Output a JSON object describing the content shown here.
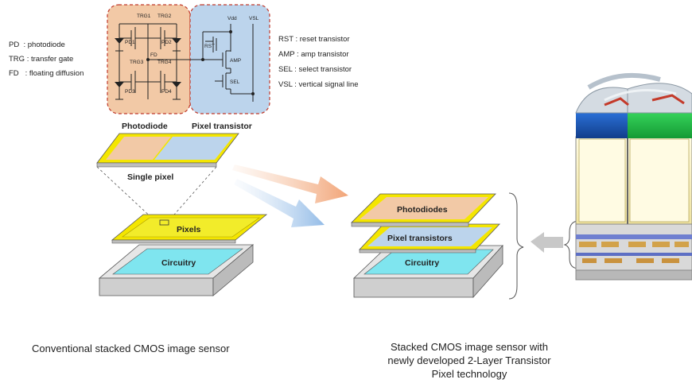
{
  "legend_left": [
    {
      "abbr": "PD",
      "sep": "  : ",
      "desc": "photodiode"
    },
    {
      "abbr": "TRG",
      "sep": " : ",
      "desc": "transfer gate"
    },
    {
      "abbr": "FD",
      "sep": "   : ",
      "desc": "floating diffusion"
    }
  ],
  "legend_right": [
    {
      "abbr": "RST",
      "sep": " : ",
      "desc": "reset transistor"
    },
    {
      "abbr": "AMP",
      "sep": " : ",
      "desc": "amp transistor"
    },
    {
      "abbr": "SEL",
      "sep": " : ",
      "desc": "select transistor"
    },
    {
      "abbr": "VSL",
      "sep": " : ",
      "desc": "vertical signal line"
    }
  ],
  "circuit": {
    "trg": [
      "TRG1",
      "TRG2",
      "TRG3",
      "TRG4"
    ],
    "pd": [
      "PD1",
      "PD2",
      "PD3",
      "PD4"
    ],
    "fd": "FD",
    "vdd": "Vdd",
    "vsl": "VSL",
    "rst": "RST",
    "amp": "AMP",
    "sel": "SEL",
    "photodiode_title": "Photodiode",
    "pixel_transistor_title": "Pixel transistor"
  },
  "conventional": {
    "single_pixel": "Single pixel",
    "pixels": "Pixels",
    "circuitry": "Circuitry",
    "caption": "Conventional stacked CMOS image sensor"
  },
  "new_sensor": {
    "photodiodes": "Photodiodes",
    "pixel_transistors": "Pixel transistors",
    "circuitry": "Circuitry",
    "caption_lines": [
      "Stacked CMOS image sensor with",
      "newly developed 2-Layer Transistor",
      "Pixel technology"
    ]
  },
  "colors": {
    "photodiode": "#f2c9a6",
    "pixel_transistor": "#bcd4ec",
    "yellow_frame": "#f4e600",
    "pixels_fill": "#f2ec2a",
    "circuitry": "#7fe5ef",
    "base": "#d6d6d6",
    "arrow_orange": "#f2a77a",
    "arrow_blue": "#9cc3ea"
  }
}
